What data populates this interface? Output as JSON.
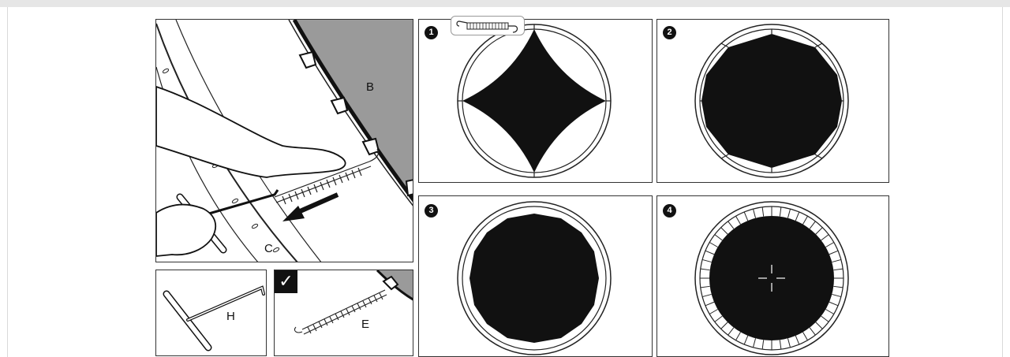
{
  "labels": {
    "mat": "B",
    "frame": "C",
    "tool": "H",
    "spring": "E"
  },
  "check_mark": "✓",
  "steps": [
    "1",
    "2",
    "3",
    "4"
  ],
  "colors": {
    "mat_gray": "#9a9a9a",
    "mat_black": "#111111",
    "line": "#222222"
  },
  "icons": [
    "spring-icon",
    "spring-pull-tool-icon",
    "arrow-left-icon",
    "checkmark-icon"
  ]
}
